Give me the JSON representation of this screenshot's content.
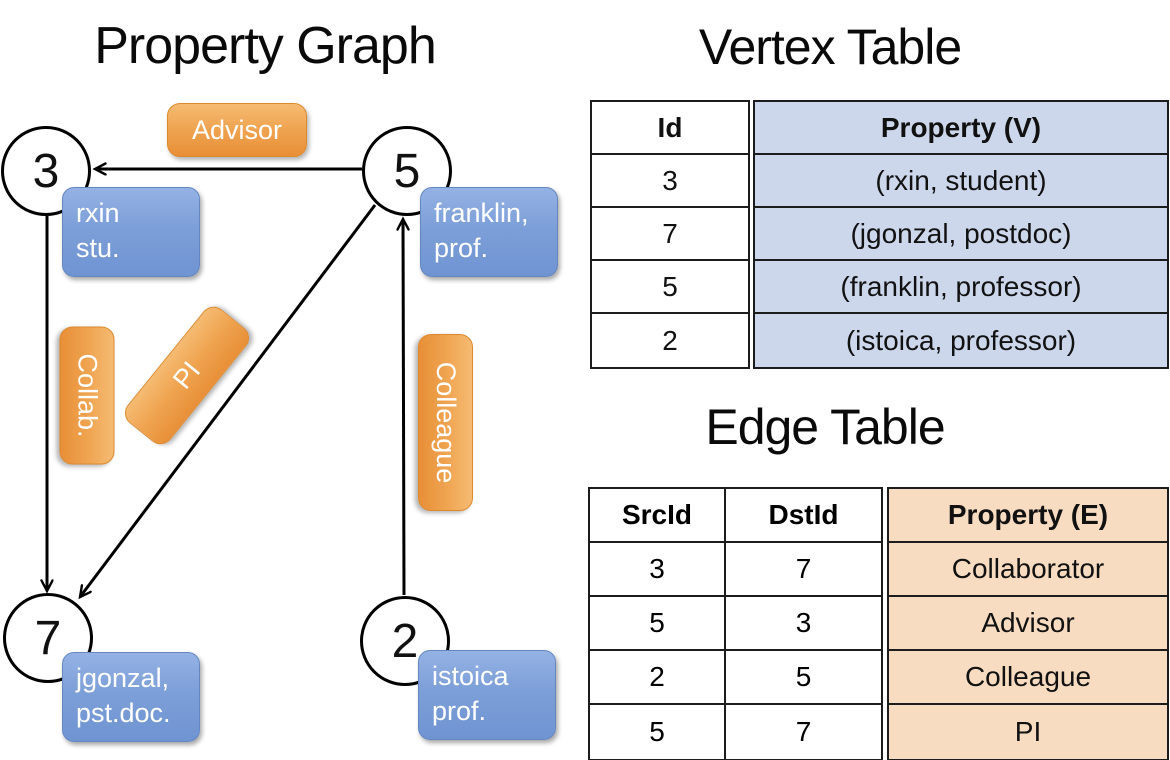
{
  "graph": {
    "title": "Property Graph",
    "nodes": [
      {
        "id": "3"
      },
      {
        "id": "5"
      },
      {
        "id": "7"
      },
      {
        "id": "2"
      }
    ],
    "node_labels": [
      {
        "lines": [
          "rxin",
          "stu."
        ]
      },
      {
        "lines": [
          "franklin,",
          "prof."
        ]
      },
      {
        "lines": [
          "jgonzal,",
          "pst.doc."
        ]
      },
      {
        "lines": [
          "istoica",
          "prof."
        ]
      }
    ],
    "edge_labels": [
      {
        "text": "Advisor"
      },
      {
        "text": "Collab."
      },
      {
        "text": "PI"
      },
      {
        "text": "Colleague"
      }
    ]
  },
  "vertex_table": {
    "title": "Vertex Table",
    "id_header": "Id",
    "property_header": "Property (V)",
    "rows": [
      {
        "id": "3",
        "property": "(rxin, student)"
      },
      {
        "id": "7",
        "property": "(jgonzal, postdoc)"
      },
      {
        "id": "5",
        "property": "(franklin, professor)"
      },
      {
        "id": "2",
        "property": "(istoica, professor)"
      }
    ]
  },
  "edge_table": {
    "title": "Edge Table",
    "src_header": "SrcId",
    "dst_header": "DstId",
    "property_header": "Property (E)",
    "rows": [
      {
        "src": "3",
        "dst": "7",
        "property": "Collaborator"
      },
      {
        "src": "5",
        "dst": "3",
        "property": "Advisor"
      },
      {
        "src": "2",
        "dst": "5",
        "property": "Colleague"
      },
      {
        "src": "5",
        "dst": "7",
        "property": "PI"
      }
    ]
  },
  "colors": {
    "background": "#ffffff",
    "line_stroke": "#000000",
    "node_fill": "#ffffff",
    "blue_box_top": "#94b2e4",
    "blue_box_bottom": "#6f94d2",
    "orange_pill_top": "#f5bb72",
    "orange_pill_bottom": "#e88f38",
    "vertex_property_fill": "#cdd7ec",
    "edge_property_fill": "#f7dcc1",
    "table_border": "#1c1c1c"
  }
}
